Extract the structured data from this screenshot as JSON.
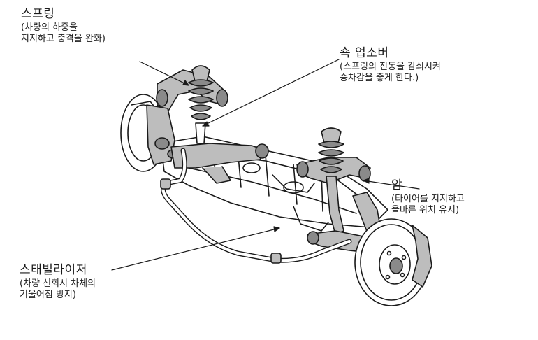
{
  "labels": {
    "spring": {
      "title": "스프링",
      "desc1": "(차량의 하중을",
      "desc2": "지지하고 충격을 완화)"
    },
    "shock_absorber": {
      "title": "쇽 업소버",
      "desc1": "(스프링의 진동을 감쇠시켜",
      "desc2": "승차감을 좋게 한다.)"
    },
    "arm": {
      "title": "암",
      "desc1": "(타이어를 지지하고",
      "desc2": "올바른 위치 유지)"
    },
    "stabilizer": {
      "title": "스태빌라이저",
      "desc1": "(차량 선회시 차체의",
      "desc2": "기울어짐 방지)"
    }
  },
  "colors": {
    "line": "#1a1a1a",
    "part_fill": "#bdbdbd",
    "part_dark": "#8a8a8a",
    "background": "#ffffff"
  }
}
